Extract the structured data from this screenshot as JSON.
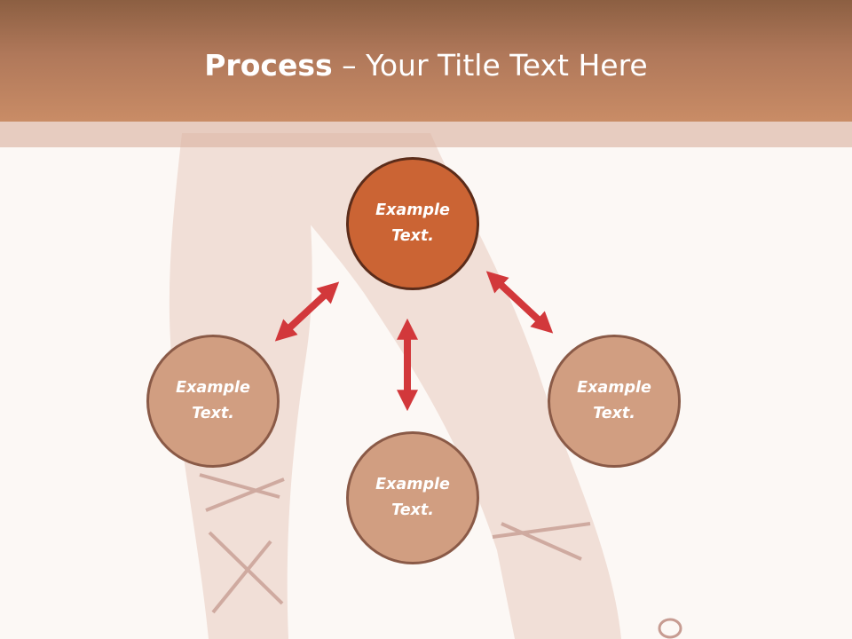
{
  "header": {
    "title_bold": "Process",
    "title_rest": " – Your Title Text Here"
  },
  "nodes": [
    {
      "id": "center",
      "text": "Example Text."
    },
    {
      "id": "left",
      "text": "Example Text."
    },
    {
      "id": "bottom",
      "text": "Example Text."
    },
    {
      "id": "right",
      "text": "Example Text."
    }
  ],
  "colors": {
    "center_fill": "#cb6434",
    "node_fill": "#d19e81",
    "arrow": "#d2383b",
    "header": "#b0785a"
  }
}
